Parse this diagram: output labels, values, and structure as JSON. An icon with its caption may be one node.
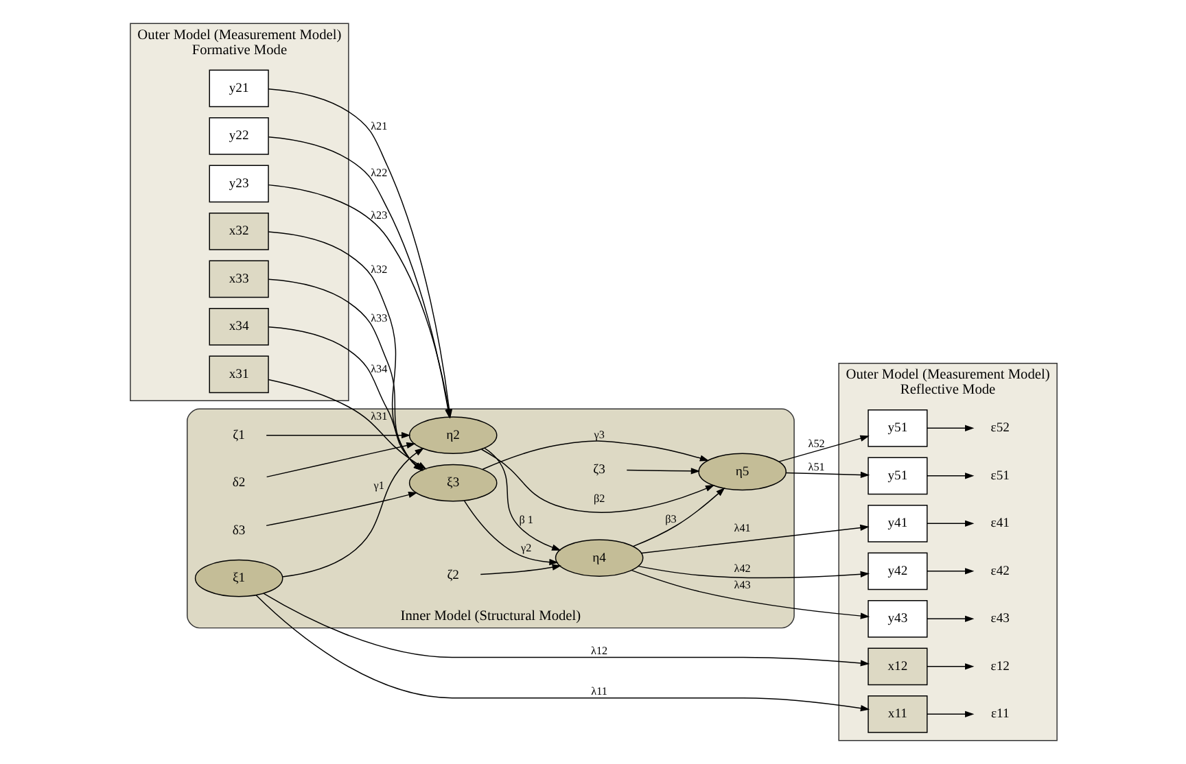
{
  "diagram": {
    "nodes": [
      {
        "text": [
          "Outer Model (Measurement Model)",
          "Formative Mode"
        ]
      },
      {
        "text": [
          "Inner Model (Structural Model)"
        ]
      },
      {
        "text": [
          "Outer Model (Measurement Model)",
          "Reflective Mode"
        ]
      },
      {
        "text": [
          "y21"
        ],
        "in": 0
      },
      {
        "text": [
          "y22"
        ],
        "in": 0
      },
      {
        "text": [
          "y23"
        ],
        "in": 0
      },
      {
        "text": [
          "x31"
        ],
        "in": 0
      },
      {
        "text": [
          "x32"
        ],
        "in": 0
      },
      {
        "text": [
          "x33"
        ],
        "in": 0
      },
      {
        "text": [
          "x34"
        ],
        "in": 0
      },
      {
        "text": [
          "ζ1"
        ],
        "in": 1
      },
      {
        "text": [
          "η2"
        ],
        "in": 1
      },
      {
        "text": [
          "δ2"
        ],
        "in": 1
      },
      {
        "text": [
          "ξ1"
        ],
        "in": 1
      },
      {
        "text": [
          "η4"
        ],
        "in": 1
      },
      {
        "text": [
          "ζ2"
        ],
        "in": 1
      },
      {
        "text": [
          "ξ3"
        ],
        "in": 1
      },
      {
        "text": [
          "δ3"
        ],
        "in": 1
      },
      {
        "text": [
          "η5"
        ],
        "in": 1
      },
      {
        "text": [
          "ζ3"
        ],
        "in": 1
      },
      {
        "text": [
          "x11"
        ],
        "in": 2
      },
      {
        "text": [
          "ε11"
        ],
        "in": 2
      },
      {
        "text": [
          "x12"
        ],
        "in": 2
      },
      {
        "text": [
          "ε12"
        ],
        "in": 2
      },
      {
        "text": [
          "y41"
        ],
        "in": 2
      },
      {
        "text": [
          "ε41"
        ],
        "in": 2
      },
      {
        "text": [
          "y42"
        ],
        "in": 2
      },
      {
        "text": [
          "ε42"
        ],
        "in": 2
      },
      {
        "text": [
          "y43"
        ],
        "in": 2
      },
      {
        "text": [
          "ε43"
        ],
        "in": 2
      },
      {
        "text": [
          "y51"
        ],
        "in": 2
      },
      {
        "text": [
          "ε51"
        ],
        "in": 2
      },
      {
        "text": [
          "y51"
        ],
        "in": 2
      },
      {
        "text": [
          "ε52"
        ],
        "in": 2
      }
    ],
    "edges": [
      {
        "from": 3,
        "to": 11,
        "arrow": "to",
        "label": "λ21"
      },
      {
        "from": 4,
        "to": 11,
        "arrow": "to",
        "label": "λ22"
      },
      {
        "from": 5,
        "to": 11,
        "arrow": "to",
        "label": "λ23"
      },
      {
        "from": 10,
        "to": 11,
        "arrow": "to"
      },
      {
        "from": 12,
        "to": 11,
        "arrow": "to"
      },
      {
        "from": 13,
        "to": 11,
        "arrow": "to",
        "label": "γ1"
      },
      {
        "from": 11,
        "to": 14,
        "arrow": "to",
        "label": "β 1"
      },
      {
        "from": 11,
        "to": 18,
        "arrow": "to",
        "label": "β2"
      },
      {
        "from": 6,
        "to": 16,
        "arrow": "to",
        "label": "λ31"
      },
      {
        "from": 7,
        "to": 16,
        "arrow": "to",
        "label": "λ32"
      },
      {
        "from": 8,
        "to": 16,
        "arrow": "to",
        "label": "λ33"
      },
      {
        "from": 9,
        "to": 16,
        "arrow": "to",
        "label": "λ34"
      },
      {
        "from": 17,
        "to": 16,
        "arrow": "to"
      },
      {
        "from": 16,
        "to": 14,
        "arrow": "to",
        "label": "γ2"
      },
      {
        "from": 16,
        "to": 18,
        "arrow": "to",
        "label": "γ3"
      },
      {
        "from": 15,
        "to": 14,
        "arrow": "to"
      },
      {
        "from": 14,
        "to": 18,
        "arrow": "to",
        "label": "β3"
      },
      {
        "from": 19,
        "to": 18,
        "arrow": "to"
      },
      {
        "from": 13,
        "to": 20,
        "arrow": "to",
        "label": "λ11"
      },
      {
        "from": 13,
        "to": 22,
        "arrow": "to",
        "label": "λ12"
      },
      {
        "from": 14,
        "to": 24,
        "arrow": "to",
        "label": "λ41"
      },
      {
        "from": 14,
        "to": 26,
        "arrow": "to",
        "label": "λ42"
      },
      {
        "from": 14,
        "to": 28,
        "arrow": "to",
        "label": "λ43"
      },
      {
        "from": 18,
        "to": 30,
        "arrow": "to",
        "label": "λ51"
      },
      {
        "from": 18,
        "to": 32,
        "arrow": "to",
        "label": "λ52"
      },
      {
        "from": 20,
        "to": 21,
        "arrow": "to"
      },
      {
        "from": 22,
        "to": 23,
        "arrow": "to"
      },
      {
        "from": 24,
        "to": 25,
        "arrow": "to"
      },
      {
        "from": 26,
        "to": 27,
        "arrow": "to"
      },
      {
        "from": 28,
        "to": 29,
        "arrow": "to"
      },
      {
        "from": 30,
        "to": 31,
        "arrow": "to"
      },
      {
        "from": 32,
        "to": 33,
        "arrow": "to"
      }
    ]
  }
}
